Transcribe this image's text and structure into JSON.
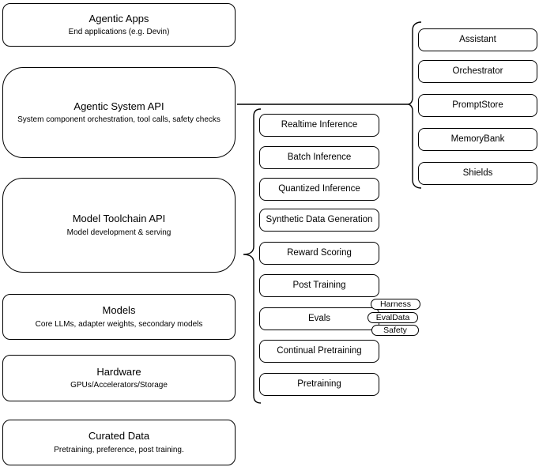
{
  "diagram": {
    "colors": {
      "border": "#000000",
      "fill": "#ffffff",
      "text": "#000000"
    },
    "left_column": [
      {
        "title": "Agentic Apps",
        "subtitle": "End applications (e.g. Devin)"
      },
      {
        "title": "Agentic System API",
        "subtitle": "System component orchestration, tool calls, safety checks"
      },
      {
        "title": "Model Toolchain API",
        "subtitle": "Model development & serving"
      },
      {
        "title": "Models",
        "subtitle": "Core LLMs, adapter weights, secondary models"
      },
      {
        "title": "Hardware",
        "subtitle": "GPUs/Accelerators/Storage"
      },
      {
        "title": "Curated Data",
        "subtitle": "Pretraining, preference, post training."
      }
    ],
    "toolchain_services": [
      "Realtime Inference",
      "Batch Inference",
      "Quantized Inference",
      "Synthetic Data Generation",
      "Reward Scoring",
      "Post Training",
      "Evals",
      "Continual Pretraining",
      "Pretraining"
    ],
    "eval_tags": [
      "Harness",
      "EvalData",
      "Safety"
    ],
    "system_components": [
      "Assistant",
      "Orchestrator",
      "PromptStore",
      "MemoryBank",
      "Shields"
    ]
  }
}
